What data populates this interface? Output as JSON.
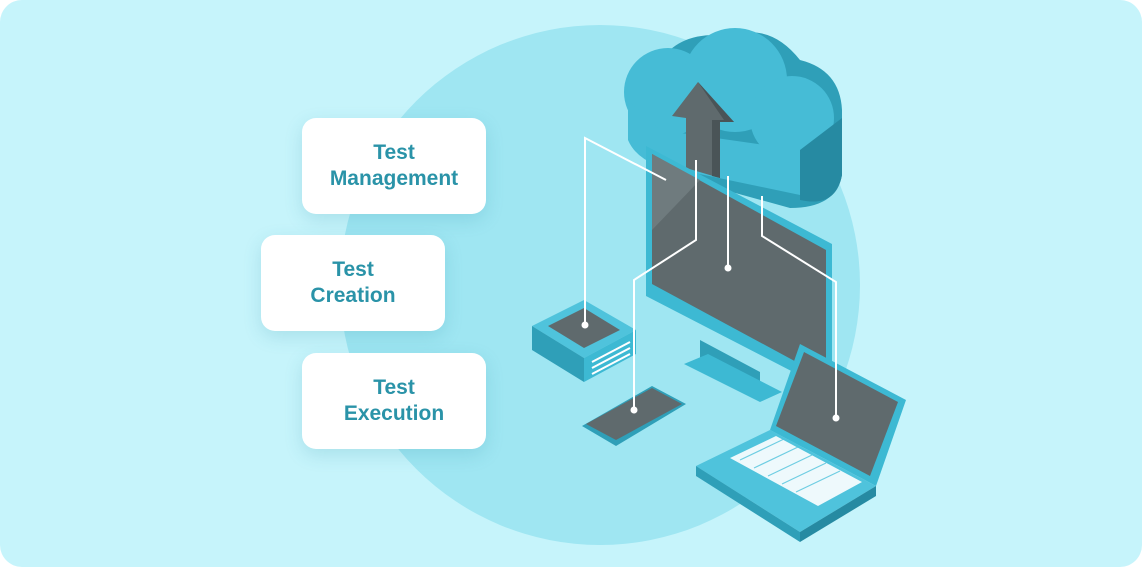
{
  "cards": [
    {
      "line1": "Test",
      "line2": "Management"
    },
    {
      "line1": "Test",
      "line2": "Creation"
    },
    {
      "line1": "Test",
      "line2": "Execution"
    }
  ],
  "icons": [
    "cloud-icon",
    "upload-arrow-icon",
    "monitor-icon",
    "server-icon",
    "smartphone-icon",
    "laptop-icon"
  ],
  "colors": {
    "background": "#c6f4fb",
    "circle": "#9fe6f2",
    "card_text": "#2a93a8",
    "device_teal": "#3db9d3",
    "screen_gray": "#5f6a6d",
    "cloud": "#46bcd6"
  }
}
